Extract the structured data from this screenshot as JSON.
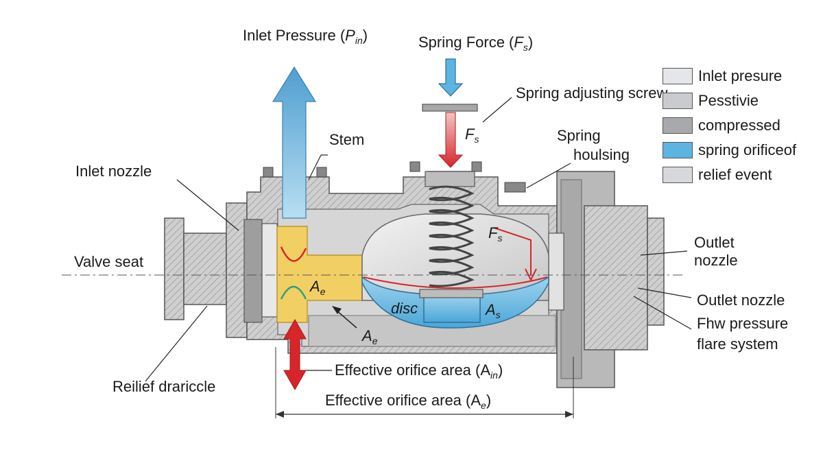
{
  "labels": {
    "inlet_pressure_text": "Inlet Pressure (",
    "inlet_pressure_sym": "P",
    "inlet_pressure_sub": "in",
    "inlet_pressure_close": ")",
    "spring_force_text": "Spring Force (",
    "spring_force_sym": "F",
    "spring_force_sub": "s",
    "spring_force_close": ")",
    "spring_adjusting_screw": "Spring adjusting screw",
    "fs_top_sym": "F",
    "fs_top_sub": "s",
    "stem": "Stem",
    "spring_housing_1": "Spring",
    "spring_housing_2": "houlsing",
    "inlet_nozzle": "Inlet nozzle",
    "fs_mid_sym": "F",
    "fs_mid_sub": "s",
    "valve_seat": "Valve seat",
    "ae_inner_sym": "A",
    "ae_inner_sub": "e",
    "disc": "disc",
    "as_sym": "A",
    "as_sub": "s",
    "ae_arrow_sym": "A",
    "ae_arrow_sub": "e",
    "outlet_nozzle_1": "Outlet",
    "outlet_nozzle_2": "nozzle",
    "outlet_nozzle_lower": "Outlet nozzle",
    "flow_pressure": "Fhw pressure",
    "flare_system": "flare system",
    "relief_drain": "Reilief drariccle",
    "eff_area_in_text": "Effective orifice area (A",
    "eff_area_in_sub": "in",
    "eff_area_in_close": ")",
    "eff_area_e_text": "Effective orifice area (A",
    "eff_area_e_sub": "e",
    "eff_area_e_close": ")"
  },
  "legend": [
    {
      "label": "Inlet presure",
      "color": "#e4e6ea"
    },
    {
      "label": "Pesstivie",
      "color": "#c9cbce"
    },
    {
      "label": "compressed",
      "color": "#a7a9ad"
    },
    {
      "label": "spring orificeof",
      "color": "#5db4e0"
    },
    {
      "label": "relief event",
      "color": "#d6d8dc"
    }
  ],
  "colors": {
    "body_metal": "#c8c8c8",
    "body_metal_dark": "#9a9a9a",
    "flow_blue": "#6cb9e3",
    "flow_yellow": "#f2cf63",
    "force_red": "#d8252a"
  }
}
